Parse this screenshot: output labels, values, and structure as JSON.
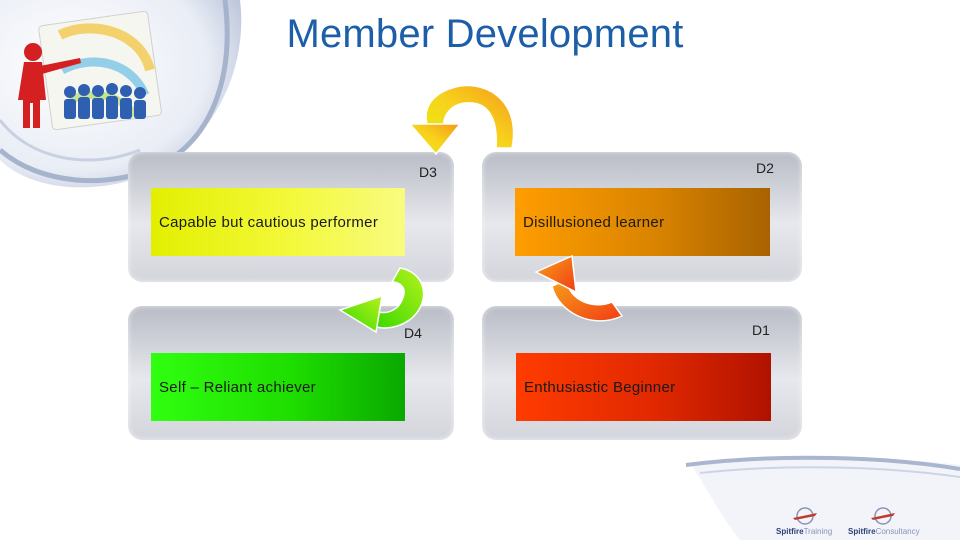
{
  "title": "Member Development",
  "quadrants": {
    "d3": {
      "stage": "D3",
      "text": "Capable but cautious performer"
    },
    "d2": {
      "stage": "D2",
      "text": "Disillusioned learner"
    },
    "d4": {
      "stage": "D4",
      "text": "Self – Reliant achiever"
    },
    "d1": {
      "stage": "D1",
      "text": "Enthusiastic Beginner"
    }
  },
  "branding": {
    "left": {
      "strong": "Spitfire",
      "light": "Training"
    },
    "right": {
      "strong": "Spitfire",
      "light": "Consultancy"
    }
  },
  "colors": {
    "title": "#1d5ea8",
    "d3_box": "#e8f000",
    "d2_box": "#e08a00",
    "d4_box": "#22d800",
    "d1_box": "#ee3a00"
  },
  "icons": [
    "team-leader-illustration-icon",
    "cycle-arrow-icon",
    "spitfire-logo-icon"
  ]
}
